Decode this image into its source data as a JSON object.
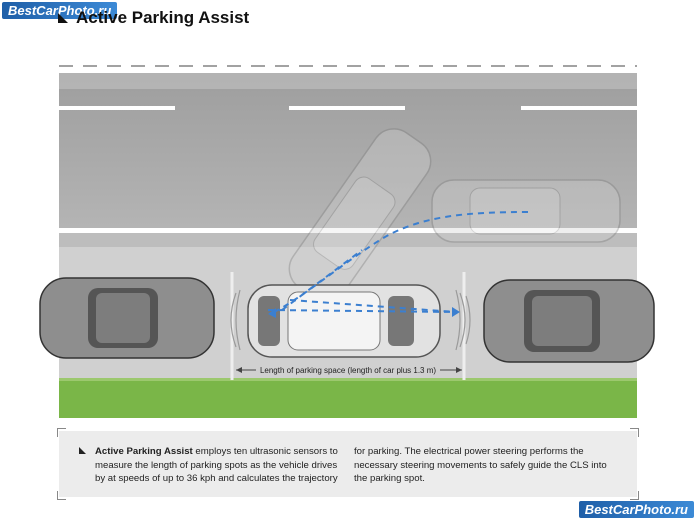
{
  "watermark_top": "BestCarPhoto.ru",
  "watermark_bottom": "BestCarPhoto.ru",
  "title": "Active Parking Assist",
  "dimension_label": "Length of parking space (length of car plus 1.3 m)",
  "caption": {
    "bold_lead": "Active Parking Assist",
    "left_text": " employs ten ultrasonic sensors to measure the length of parking spots as the vehicle drives by at speeds of up to 36 kph and calculates the trajectory",
    "right_text": "for parking. The electrical power steering performs the necessary steering movements to safely guide the CLS into the parking spot."
  },
  "colors": {
    "road": "#a9a9a9",
    "shoulder": "#c9c9c9",
    "grass": "#7ab648",
    "path": "#3b7fd0",
    "car_body": "#8e8e8e",
    "car_window": "#555555"
  }
}
